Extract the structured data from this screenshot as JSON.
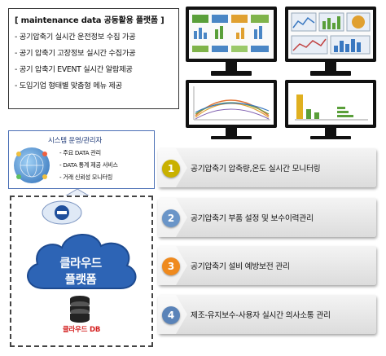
{
  "platform": {
    "title": "[ maintenance data 공동활용 플랫폼 ]",
    "items": [
      "- 공기압축기 실시간 운전정보 수집 가공",
      "- 공기 압축기  고장정보 실시간 수집가공",
      "- 공기 압축기  EVENT 실시간 알람제공",
      "- 도입기업 형태별 맞춤형 메뉴 제공"
    ]
  },
  "system": {
    "title": "시스템 운영/관리자",
    "items": [
      "- 주요 DATA 관리",
      "- DATA 통계 제공 서비스",
      "- 거래 신뢰성 모니터링"
    ]
  },
  "cloud": {
    "line1": "클라우드",
    "line2": "플랫폼",
    "db_label": "클라우드 DB"
  },
  "steps": [
    {
      "number": "1",
      "label": "공기압축기 압축량,온도 실시간 모니터링",
      "color": "#c9b100"
    },
    {
      "number": "2",
      "label": "공기압축기 부품 설정 및 보수이력관리",
      "color": "#6a95c8"
    },
    {
      "number": "3",
      "label": "공기압축기 설비 예방보전 관리",
      "color": "#ef8a1e"
    },
    {
      "number": "4",
      "label": "제조-유지보수-사용자 실시간 의사소통 관리",
      "color": "#5a83b8"
    }
  ],
  "colors": {
    "cloud_blue": "#2d64b5",
    "db_red": "#d41f1f",
    "accent_border": "#4a6fb5"
  }
}
